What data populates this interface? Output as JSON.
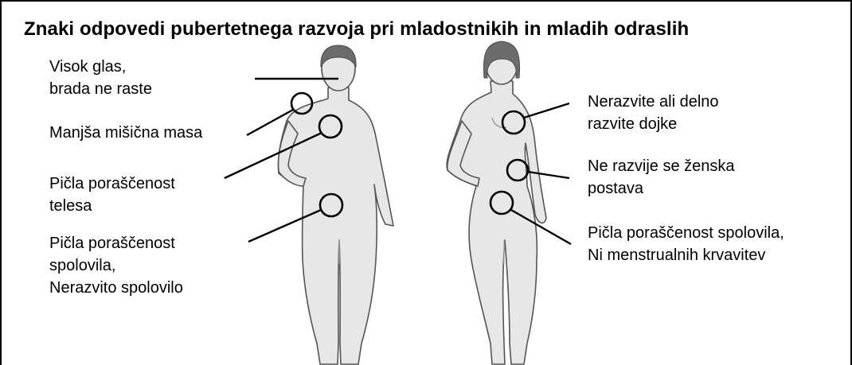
{
  "title": "Znaki odpovedi pubertetnega razvoja pri mladostnikih in mladih odraslih",
  "colors": {
    "skin": "#e7e7e7",
    "hair": "#6c6c6c",
    "outline": "#555555",
    "line": "#000000",
    "frame": "#000000"
  },
  "figures": {
    "male": {
      "labels": {
        "voice": [
          "Visok glas,",
          "brada ne raste"
        ],
        "muscle": [
          "Manjša mišična masa"
        ],
        "body_hair": [
          "Pičla poraščenost",
          "telesa"
        ],
        "genital": [
          "Pičla poraščenost",
          "spolovila,",
          "Nerazvito spolovilo"
        ]
      }
    },
    "female": {
      "labels": {
        "breasts": [
          "Nerazvite ali delno",
          "razvite dojke"
        ],
        "shape": [
          "Ne razvije se ženska",
          "postava"
        ],
        "genital": [
          "Pičla poraščenost spolovila,",
          "Ni menstrualnih krvavitev"
        ]
      }
    }
  }
}
